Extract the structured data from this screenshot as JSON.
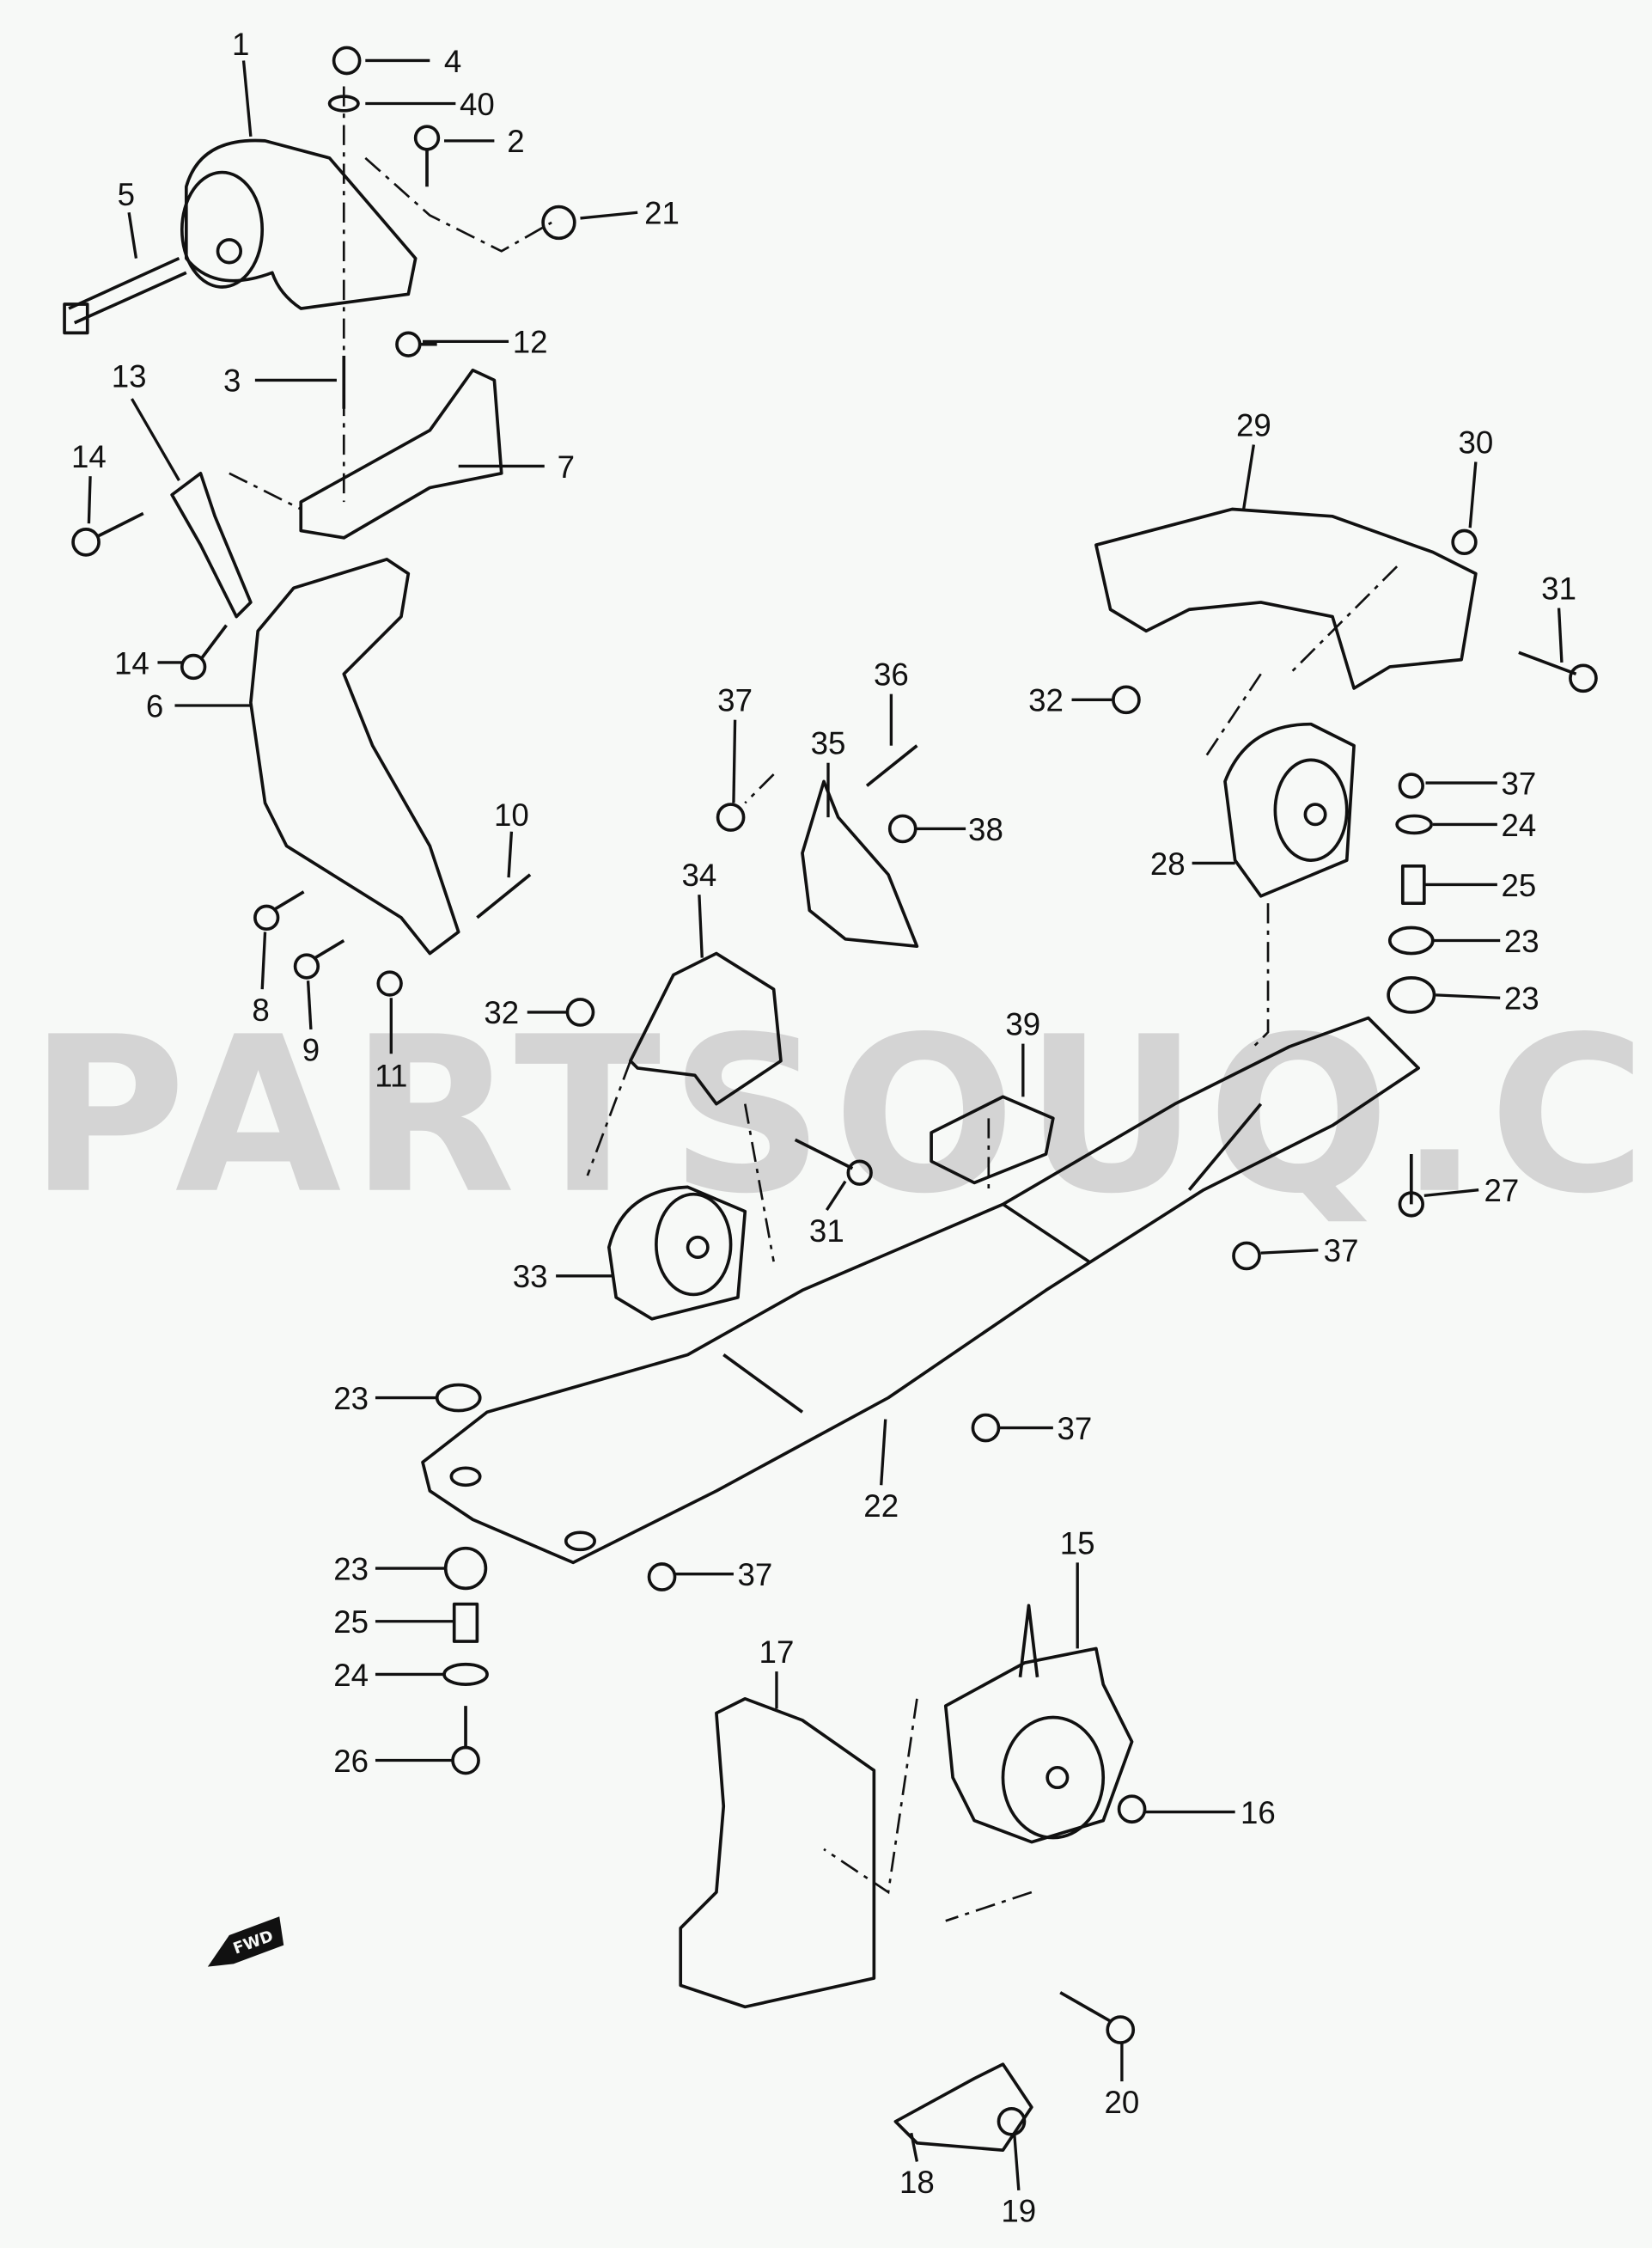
{
  "watermark": "PARTSOUQ.COM",
  "direction_marker": "FWD",
  "callouts": [
    "1",
    "4",
    "40",
    "2",
    "21",
    "5",
    "12",
    "3",
    "13",
    "7",
    "14",
    "14",
    "6",
    "10",
    "8",
    "9",
    "11",
    "29",
    "30",
    "31",
    "32",
    "37",
    "36",
    "35",
    "38",
    "37",
    "24",
    "25",
    "23",
    "23",
    "28",
    "34",
    "32",
    "39",
    "31",
    "33",
    "27",
    "37",
    "23",
    "37",
    "22",
    "23",
    "37",
    "25",
    "24",
    "26",
    "15",
    "17",
    "16",
    "20",
    "18",
    "19"
  ]
}
